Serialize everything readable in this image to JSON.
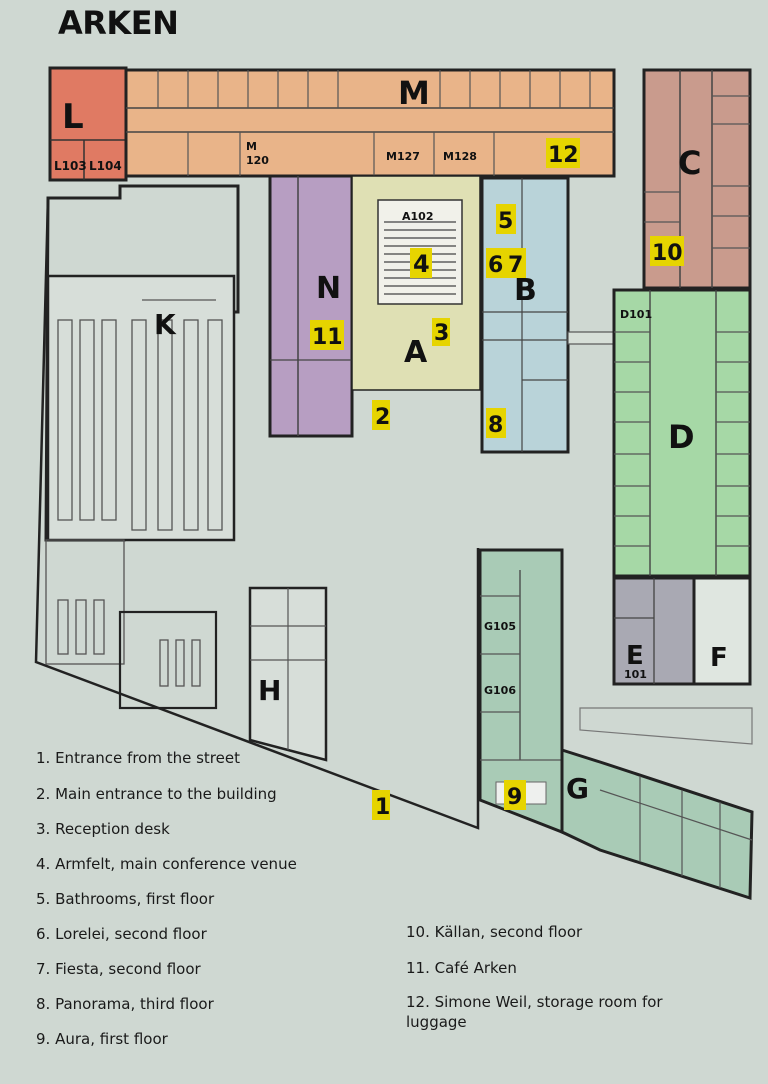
{
  "title": "ARKEN",
  "colors": {
    "background": "#cfd8d2",
    "wing_L": "#e07a63",
    "wing_M": "#e9b489",
    "wing_C": "#c99b8d",
    "wing_N": "#b79ec2",
    "wing_A": "#dfe0b4",
    "wing_B": "#b9d3d9",
    "wing_D": "#a6d8a6",
    "wing_E": "#a9a9b3",
    "wing_G": "#a9cbb6",
    "marker": "#e6d400"
  },
  "building_labels": {
    "L": "L",
    "M": "M",
    "C": "C",
    "N": "N",
    "A": "A",
    "B": "B",
    "K": "K",
    "D": "D",
    "E": "E",
    "F": "F",
    "H": "H",
    "G": "G"
  },
  "room_labels": {
    "L103": "L103",
    "L104": "L104",
    "M120a": "M",
    "M120b": "120",
    "M127": "M127",
    "M128": "M128",
    "A102": "A102",
    "D101": "D101",
    "E101": "101",
    "G105": "G105",
    "G106": "G106"
  },
  "markers": {
    "m1": "1",
    "m2": "2",
    "m3": "3",
    "m4": "4",
    "m5": "5",
    "m6": "6",
    "m7": "7",
    "m8": "8",
    "m9": "9",
    "m10": "10",
    "m11": "11",
    "m12": "12"
  },
  "legend": [
    "1. Entrance from the street",
    "2. Main entrance to the building",
    "3. Reception desk",
    "4. Armfelt, main conference venue",
    "5. Bathrooms, first floor",
    "6. Lorelei, second floor",
    "7. Fiesta, second floor",
    "8. Panorama, third floor",
    "9. Aura, first floor",
    "10. Källan, second floor",
    "11. Café Arken",
    "12. Simone Weil, storage room for luggage"
  ]
}
